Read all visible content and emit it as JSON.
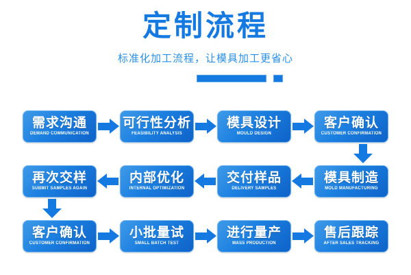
{
  "header": {
    "title": "定制流程",
    "subtitle": "标准化加工流程，让模具加工更省心",
    "accent_color": "#1479e0",
    "subtitle_color": "#2a8fe8",
    "background_color": "#ffffff"
  },
  "flow": {
    "rows": [
      {
        "direction": "left-to-right",
        "nodes": [
          {
            "cn": "需求沟通",
            "en": "DEMAND COMMUNICATION"
          },
          {
            "cn": "可行性分析",
            "en": "FEASIBILITY ANALYSIS"
          },
          {
            "cn": "模具设计",
            "en": "MOULD DESIGN"
          },
          {
            "cn": "客户确认",
            "en": "CUSTOMER CONFIRMATION"
          }
        ]
      },
      {
        "direction": "right-to-left",
        "nodes": [
          {
            "cn": "再次交样",
            "en": "SUBMIT SAMPLES AGAIN"
          },
          {
            "cn": "内部优化",
            "en": "INTERNAL OPTIMIZATION"
          },
          {
            "cn": "交付样品",
            "en": "DELIVERY SAMPLES"
          },
          {
            "cn": "模具制造",
            "en": "MOLD MANUFACTURING"
          }
        ]
      },
      {
        "direction": "left-to-right",
        "nodes": [
          {
            "cn": "客户确认",
            "en": "CUSTOMER CONFIRMATION"
          },
          {
            "cn": "小批量试",
            "en": "SMALL BATCH TEST"
          },
          {
            "cn": "进行量产",
            "en": "MASS PRODUCTION"
          },
          {
            "cn": "售后跟踪",
            "en": "AFTER SALES TRACKING"
          }
        ]
      }
    ],
    "connectors": [
      {
        "position": "right",
        "icon": "arrow-down-icon"
      },
      {
        "position": "left",
        "icon": "arrow-down-icon"
      }
    ],
    "node_color": "#1479e0",
    "arrow_color": "#1479e0",
    "node_text_color": "#ffffff"
  }
}
